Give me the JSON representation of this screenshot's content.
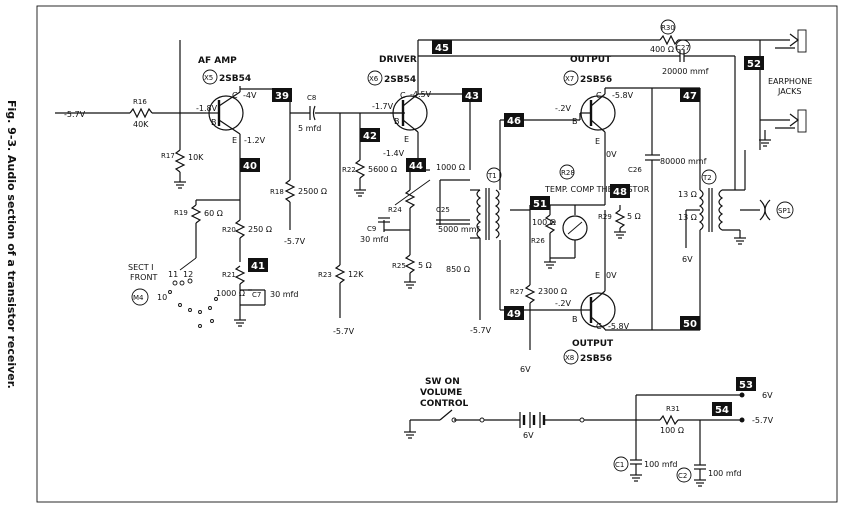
{
  "caption": "Fig. 9-3. Audio section of a transistor receiver.",
  "stages": {
    "af_amp": {
      "label": "AF AMP",
      "ref": "X5",
      "part": "2SB54"
    },
    "driver": {
      "label": "DRIVER",
      "ref": "X6",
      "part": "2SB54"
    },
    "output_top": {
      "label": "OUTPUT",
      "ref": "X7",
      "part": "2SB56"
    },
    "output_bottom": {
      "label": "OUTPUT",
      "ref": "X8",
      "part": "2SB56"
    }
  },
  "nodes": [
    "39",
    "40",
    "41",
    "42",
    "43",
    "44",
    "45",
    "46",
    "47",
    "48",
    "49",
    "50",
    "51",
    "52",
    "53",
    "54"
  ],
  "voltages": {
    "x5_b": "-1.8V",
    "x5_c": "-4V",
    "x5_e": "-1.2V",
    "x6_b": "-1.7V",
    "x6_c": "-4.5V",
    "x6_e": "-1.4V",
    "x7_b": "-.2V",
    "x7_c": "-5.8V",
    "x7_e": "0V",
    "x8_b": "-.2V",
    "x8_c": "-5.8V",
    "x8_e": "0V",
    "supply_in": "-5.7V",
    "supply_r18": "-5.7V",
    "supply_r23": "-5.7V",
    "supply_t1": "-5.7V",
    "supply_6v_t2": "6V",
    "supply_6v_49": "6V",
    "battery": "6V",
    "out_53": "6V",
    "out_54": "-5.7V"
  },
  "components": {
    "R16": {
      "ref": "R16",
      "value": "40K"
    },
    "R17": {
      "ref": "R17",
      "value": "10K"
    },
    "R18": {
      "ref": "R18",
      "value": "2500 Ω"
    },
    "R19": {
      "ref": "R19",
      "value": "60 Ω"
    },
    "R20": {
      "ref": "R20",
      "value": "250 Ω"
    },
    "R21": {
      "ref": "R21",
      "value": "1000 Ω"
    },
    "C7": {
      "ref": "C7",
      "value": "30 mfd"
    },
    "C8": {
      "ref": "C8",
      "value": "5 mfd"
    },
    "R22": {
      "ref": "R22",
      "value": "5600 Ω"
    },
    "R23": {
      "ref": "R23",
      "value": "12K"
    },
    "R24": {
      "ref": "R24",
      "value": "1000 Ω"
    },
    "R25": {
      "ref": "R25",
      "value": "5 Ω"
    },
    "C9": {
      "ref": "C9",
      "value": "30 mfd"
    },
    "C25": {
      "ref": "C25",
      "value": "5000 mmf"
    },
    "T1": {
      "ref": "T1",
      "value": "850 Ω"
    },
    "R26": {
      "ref": "R26",
      "value": "100 Ω"
    },
    "R27": {
      "ref": "R27",
      "value": "2300 Ω"
    },
    "R28": {
      "ref": "R28",
      "value": "TEMP. COMP THERMISTOR"
    },
    "R29": {
      "ref": "R29",
      "value": "5 Ω"
    },
    "C26": {
      "ref": "C26",
      "value": "80000 mmf"
    },
    "T2": {
      "ref": "T2",
      "value": "13 Ω"
    },
    "T2b": {
      "ref": "",
      "value": "13 Ω"
    },
    "R30": {
      "ref": "R30",
      "value": "400 Ω"
    },
    "C27": {
      "ref": "C27",
      "value": "20000 mmf"
    },
    "SP1": {
      "ref": "SP1",
      "value": ""
    },
    "R31": {
      "ref": "R31",
      "value": "100 Ω"
    },
    "C1": {
      "ref": "C1",
      "value": "100 mfd"
    },
    "C2": {
      "ref": "C2",
      "value": "100 mfd"
    }
  },
  "labels": {
    "earphone_jacks": [
      "EARPHONE",
      "JACKS"
    ],
    "switch": [
      "SW ON",
      "VOLUME",
      "CONTROL"
    ],
    "sect": [
      "SECT I",
      "FRONT"
    ],
    "sect_ref": "M4",
    "switch_positions": [
      "10",
      "11",
      "12"
    ],
    "pin_b": "B",
    "pin_c": "C",
    "pin_e": "E"
  }
}
